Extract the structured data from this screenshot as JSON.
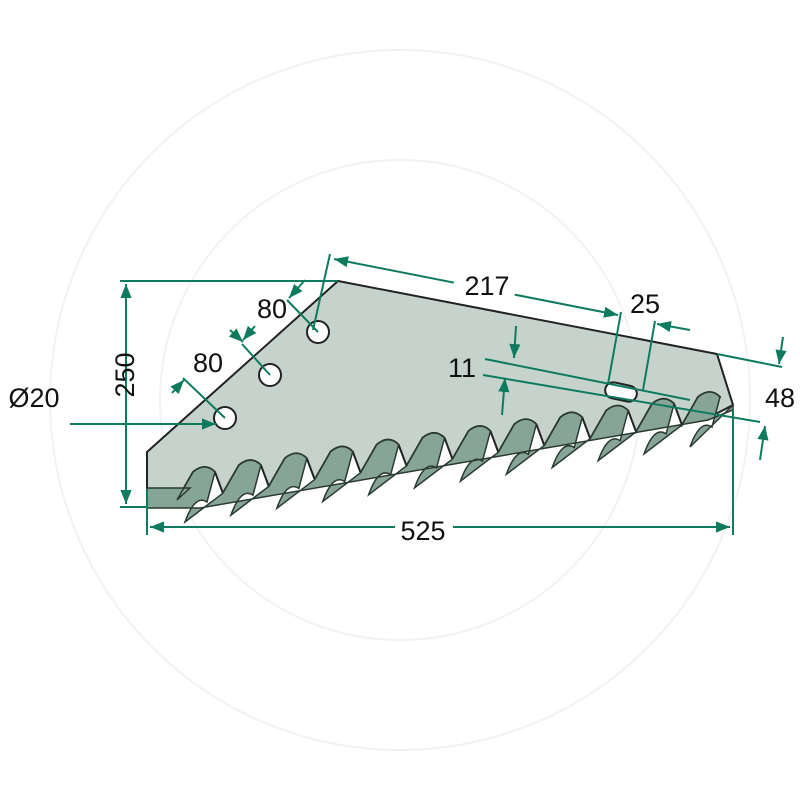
{
  "drawing": {
    "dimensions": {
      "height": "250",
      "length": "525",
      "top_edge_to_slot": "217",
      "slot_width": "25",
      "slot_height": "11",
      "end_offset": "48",
      "hole_spacing_upper": "80",
      "hole_spacing_lower": "80",
      "hole_diameter": "Ø20"
    },
    "colors": {
      "blade": "#c5d3cc",
      "blade_edge": "#86a597",
      "dimension_lines": "#0e7b5f"
    }
  }
}
